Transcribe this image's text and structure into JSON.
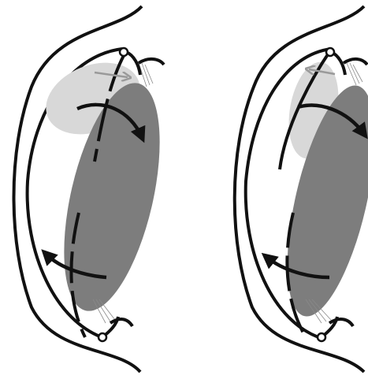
{
  "figure": {
    "panels": [
      {
        "id": "left",
        "arrow_direction": "right"
      },
      {
        "id": "right",
        "arrow_direction": "left"
      }
    ],
    "colors": {
      "outline": "#111111",
      "lens_dark": "#7d7d7d",
      "lens_light": "#d8d8d8",
      "small_arrow": "#9a9a9a",
      "fine_lines": "#8a8a8a",
      "background": "#ffffff"
    },
    "icons": [
      "curved-arrow-icon",
      "small-arrow-icon",
      "pivot-circle-icon"
    ]
  }
}
